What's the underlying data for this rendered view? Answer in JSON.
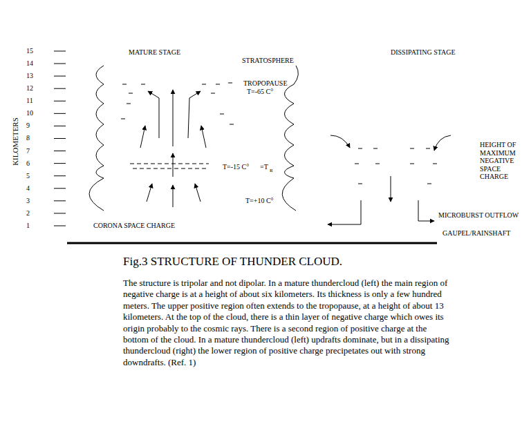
{
  "diagram": {
    "caption": "Fig.3 STRUCTURE OF THUNDER CLOUD.",
    "labels": [
      "15",
      "14",
      "13",
      "12",
      "11",
      "10",
      "9",
      "8",
      "7",
      "6",
      "5",
      "4",
      "3",
      "2",
      "1",
      "KILOMETERS",
      "MATURE STAGE",
      "STRATOSPHERE",
      "TROPOPAUSE",
      "T=-65 C°",
      "T=-15 C°",
      "=T",
      "R",
      "T=+10 C°",
      "CORONA SPACE CHARGE",
      "DISSIPATING STAGE",
      "HEIGHT OF MAXIMUM NEGATIVE SPACE CHARGE",
      "MICROBURST OUTFLOW",
      "GAUPEL/RAINSHAFT",
      "The structure is tripolar and not dipolar. In a mature thundercloud (left) the main region of negative charge is at a height of about six kilometers. Its thickness is only a few hundred meters. The upper positive region often extends to the tropopause, at a height of about 13 kilometers. At the top of the cloud, there is a thin layer of negative charge which owes its origin probably to the cosmic rays. There is a second region of positive charge at the bottom of the cloud. In a mature thundercloud (left) updrafts dominate, but in a dissipating thundercloud (right) the lower region of positive charge precipetates out with strong downdrafts. (Ref. 1)"
    ]
  }
}
